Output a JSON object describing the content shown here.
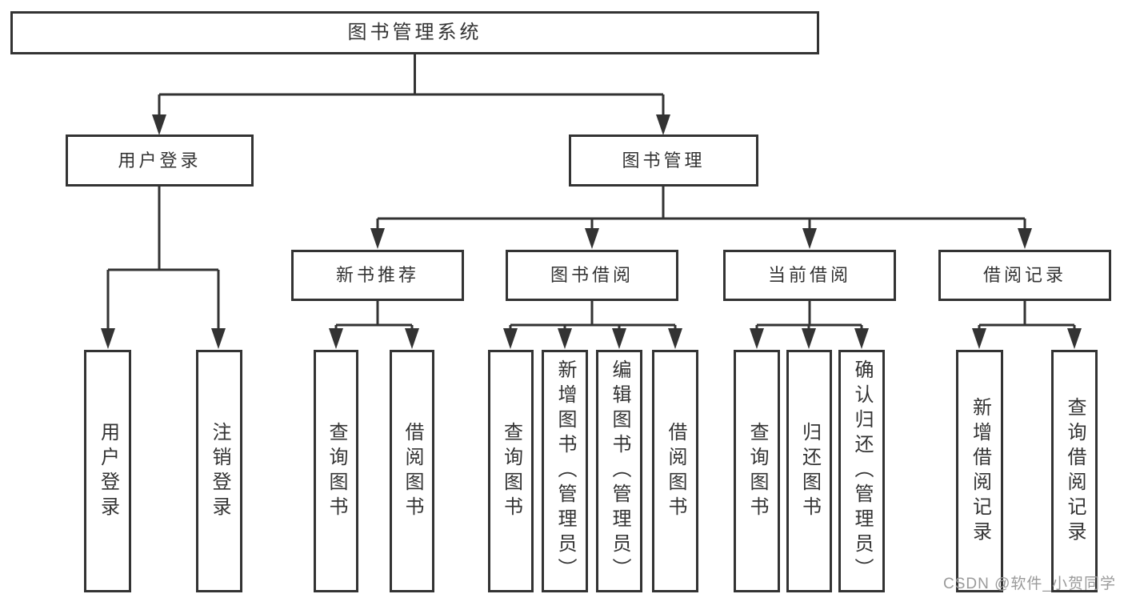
{
  "tree": {
    "label": "图书管理系统",
    "children": [
      {
        "label": "用户登录",
        "children": [
          {
            "label": "用户登录"
          },
          {
            "label": "注销登录"
          }
        ]
      },
      {
        "label": "图书管理",
        "children": [
          {
            "label": "新书推荐",
            "children": [
              {
                "label": "查询图书"
              },
              {
                "label": "借阅图书"
              }
            ]
          },
          {
            "label": "图书借阅",
            "children": [
              {
                "label": "查询图书"
              },
              {
                "label": "新增图书（管理员）"
              },
              {
                "label": "编辑图书（管理员）"
              },
              {
                "label": "借阅图书"
              }
            ]
          },
          {
            "label": "当前借阅",
            "children": [
              {
                "label": "查询图书"
              },
              {
                "label": "归还图书"
              },
              {
                "label": "确认归还（管理员）"
              }
            ]
          },
          {
            "label": "借阅记录",
            "children": [
              {
                "label": "新增借阅记录"
              },
              {
                "label": "查询借阅记录"
              }
            ]
          }
        ]
      }
    ]
  },
  "watermark": {
    "text": "CSDN @软件_小贺同学"
  },
  "colors": {
    "line": "#333333",
    "text": "#333333",
    "box_background": "#ffffff",
    "page_background": "#ffffff",
    "watermark": "#9a9a9a"
  }
}
